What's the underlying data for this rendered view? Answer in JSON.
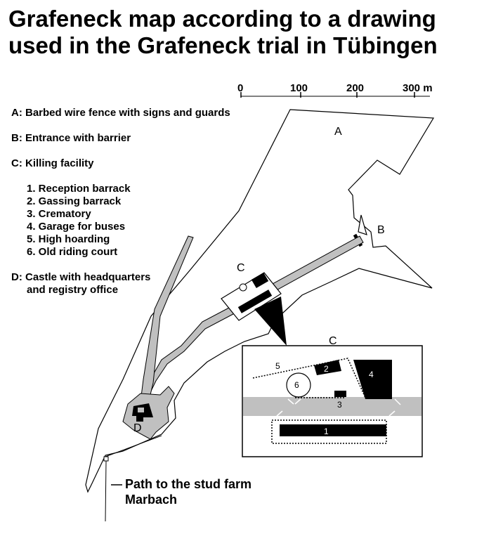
{
  "title_lines": [
    "Grafeneck map according to a drawing",
    "used in the Grafeneck trial in Tübingen"
  ],
  "scale": {
    "ticks": [
      "0",
      "100",
      "200",
      "300 m"
    ]
  },
  "legend": {
    "a": "A: Barbed wire fence with signs and guards",
    "b": "B: Entrance with barrier",
    "c": "C: Killing facility",
    "c_items": [
      "1. Reception barrack",
      "2. Gassing barrack",
      "3. Crematory",
      "4. Garage for buses",
      "5. High hoarding",
      "6. Old riding court"
    ],
    "d_line1": "D: Castle with headquarters",
    "d_line2": "and registry office"
  },
  "map_labels": {
    "a": "A",
    "b": "B",
    "c": "C",
    "d": "D"
  },
  "inset": {
    "title": "C",
    "labels": [
      "1",
      "2",
      "3",
      "4",
      "5",
      "6"
    ]
  },
  "path_label_lines": [
    "Path to the stud farm",
    "Marbach"
  ]
}
